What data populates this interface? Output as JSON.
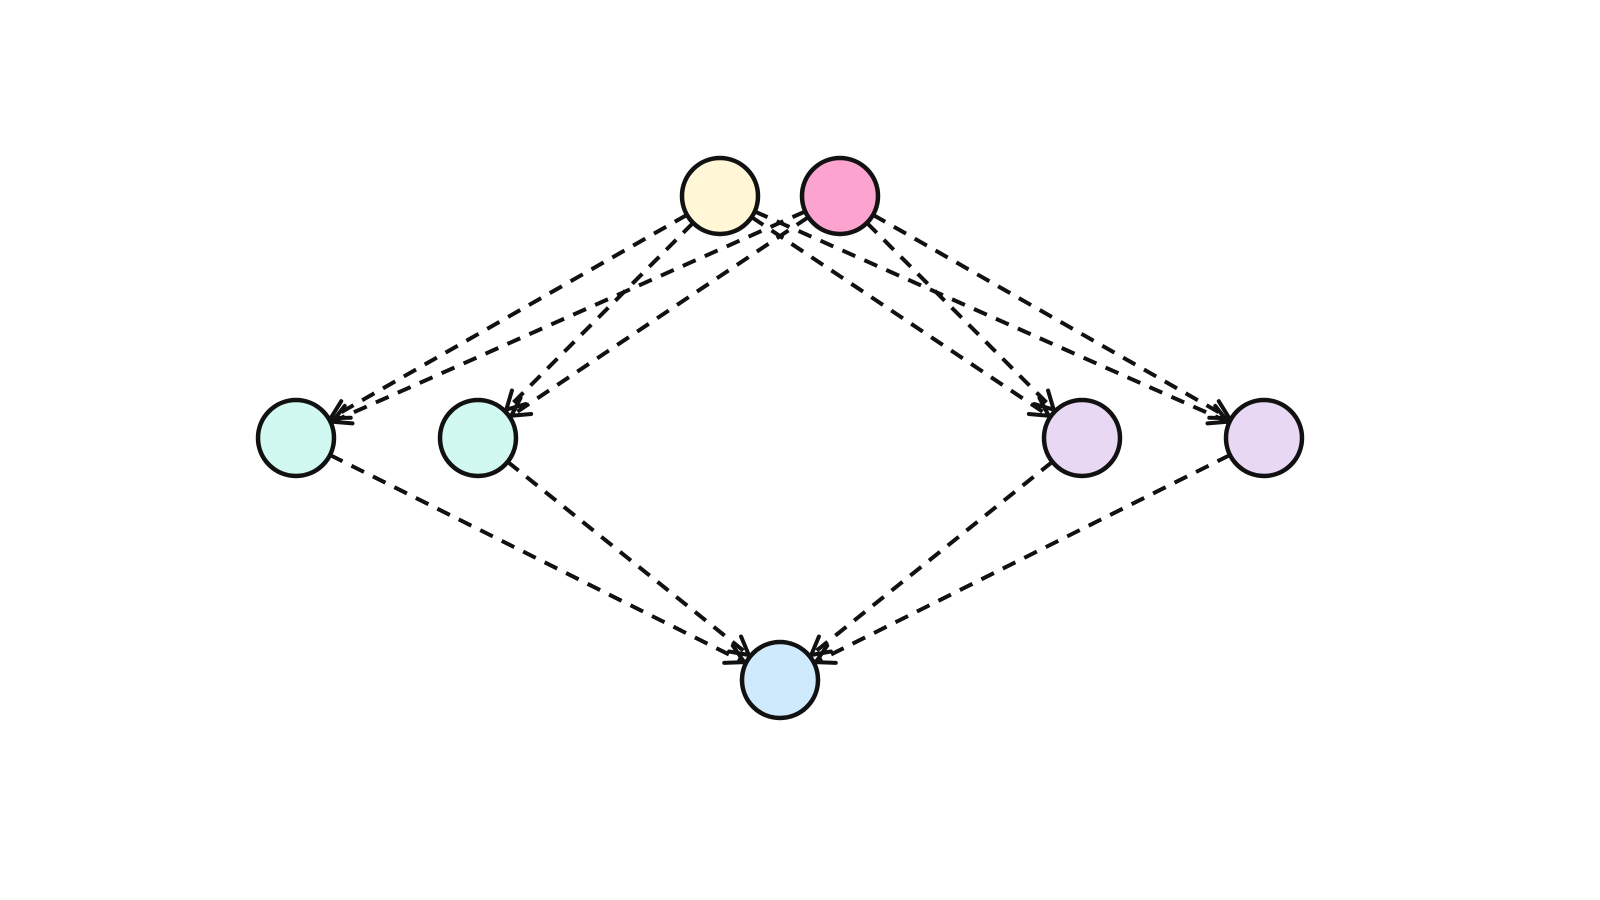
{
  "diagram": {
    "nodes": [
      {
        "id": "top-left",
        "fill": "#fff7d6"
      },
      {
        "id": "top-right",
        "fill": "#fca4cf"
      },
      {
        "id": "mid-1",
        "fill": "#d2f8f2"
      },
      {
        "id": "mid-2",
        "fill": "#d2f8f2"
      },
      {
        "id": "mid-3",
        "fill": "#e9d8f3"
      },
      {
        "id": "mid-4",
        "fill": "#e9d8f3"
      },
      {
        "id": "bottom",
        "fill": "#cfeafd"
      }
    ],
    "edges": [
      {
        "from": "top-left",
        "to": "mid-1"
      },
      {
        "from": "top-left",
        "to": "mid-2"
      },
      {
        "from": "top-left",
        "to": "mid-3"
      },
      {
        "from": "top-left",
        "to": "mid-4"
      },
      {
        "from": "top-right",
        "to": "mid-1"
      },
      {
        "from": "top-right",
        "to": "mid-2"
      },
      {
        "from": "top-right",
        "to": "mid-3"
      },
      {
        "from": "top-right",
        "to": "mid-4"
      },
      {
        "from": "mid-1",
        "to": "bottom"
      },
      {
        "from": "mid-2",
        "to": "bottom"
      },
      {
        "from": "mid-3",
        "to": "bottom"
      },
      {
        "from": "mid-4",
        "to": "bottom"
      }
    ]
  }
}
